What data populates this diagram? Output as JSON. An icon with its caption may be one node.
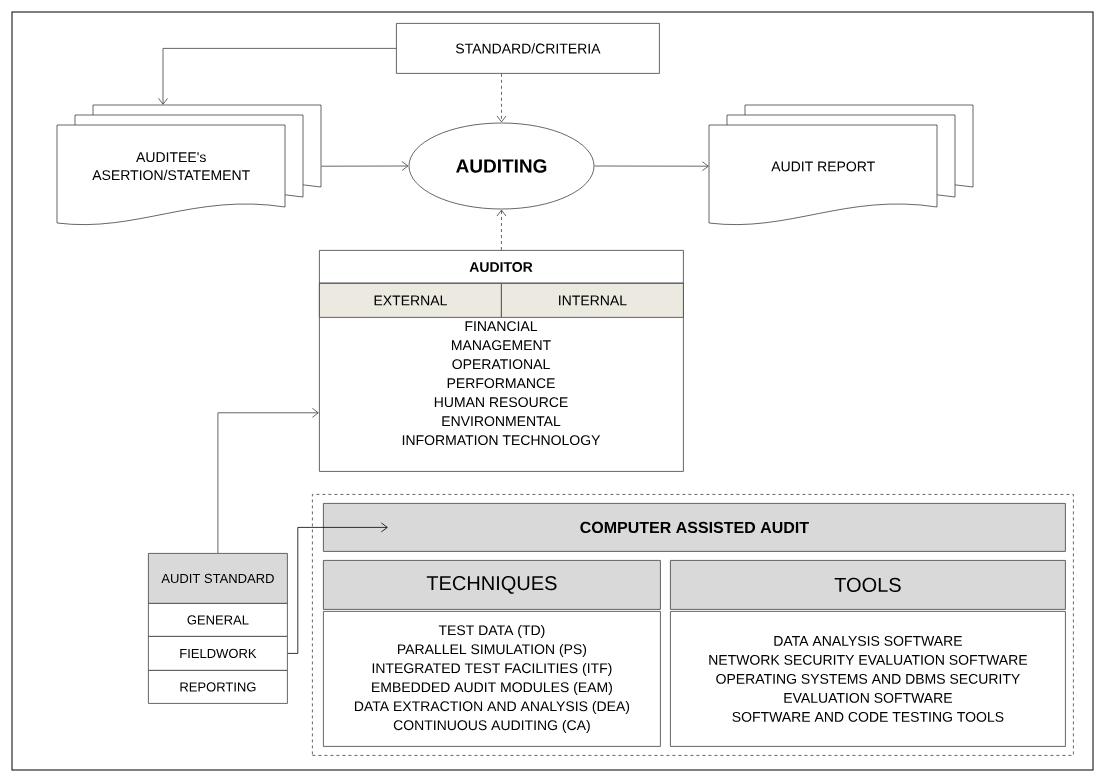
{
  "diagram": {
    "nodes": [
      {
        "text": [
          "STANDARD/CRITERIA"
        ]
      },
      {
        "text": [
          "AUDITEE's ASERTION/STATEMENT"
        ]
      },
      {
        "text": [
          "AUDITING"
        ]
      },
      {
        "text": [
          "AUDIT REPORT"
        ]
      },
      {
        "text": [
          "AUDITOR",
          "FINANCIAL",
          "MANAGEMENT",
          "OPERATIONAL",
          "PERFORMANCE",
          "HUMAN RESOURCE",
          "ENVIRONMENTAL",
          "INFORMATION TECHNOLOGY"
        ]
      },
      {
        "text": [
          "EXTERNAL"
        ],
        "in": 4
      },
      {
        "text": [
          "INTERNAL"
        ],
        "in": 4
      },
      {
        "text": [
          "AUDIT STANDARD"
        ]
      },
      {
        "text": [
          "GENERAL"
        ]
      },
      {
        "text": [
          "FIELDWORK"
        ]
      },
      {
        "text": [
          "REPORTING"
        ]
      },
      {
        "text": [],
        "shape": "box"
      },
      {
        "text": [
          "COMPUTER ASSISTED AUDIT"
        ],
        "in": 11
      },
      {
        "text": [
          "TECHNIQUES"
        ],
        "in": 11
      },
      {
        "text": [
          "TEST DATA (TD)",
          "PARALLEL SIMULATION (PS)",
          "INTEGRATED TEST FACILITIES (ITF)",
          "EMBEDDED AUDIT MODULES (EAM)",
          "DATA EXTRACTION AND ANALYSIS (DEA)",
          "CONTINUOUS AUDITING (CA)"
        ],
        "in": 11
      },
      {
        "text": [
          "TOOLS"
        ],
        "in": 11
      },
      {
        "text": [
          "DATA ANALYSIS SOFTWARE",
          "NETWORK SECURITY EVALUATION SOFTWARE",
          "OPERATING SYSTEMS AND DBMS SECURITY EVALUATION SOFTWARE",
          "SOFTWARE AND CODE TESTING TOOLS"
        ],
        "in": 11
      }
    ],
    "edges": [
      {
        "from": 0,
        "to": 1,
        "arrow": "to"
      },
      {
        "from": 0,
        "to": 2,
        "arrow": "to",
        "style": "dashed"
      },
      {
        "from": 1,
        "to": 2,
        "arrow": "to"
      },
      {
        "from": 2,
        "to": 3,
        "arrow": "to"
      },
      {
        "from": 4,
        "to": 2,
        "arrow": "to",
        "style": "dashed"
      },
      {
        "from": 7,
        "to": 4,
        "arrow": "to"
      },
      {
        "from": 9,
        "to": 12,
        "arrow": "to",
        "color": "#000000"
      }
    ]
  }
}
